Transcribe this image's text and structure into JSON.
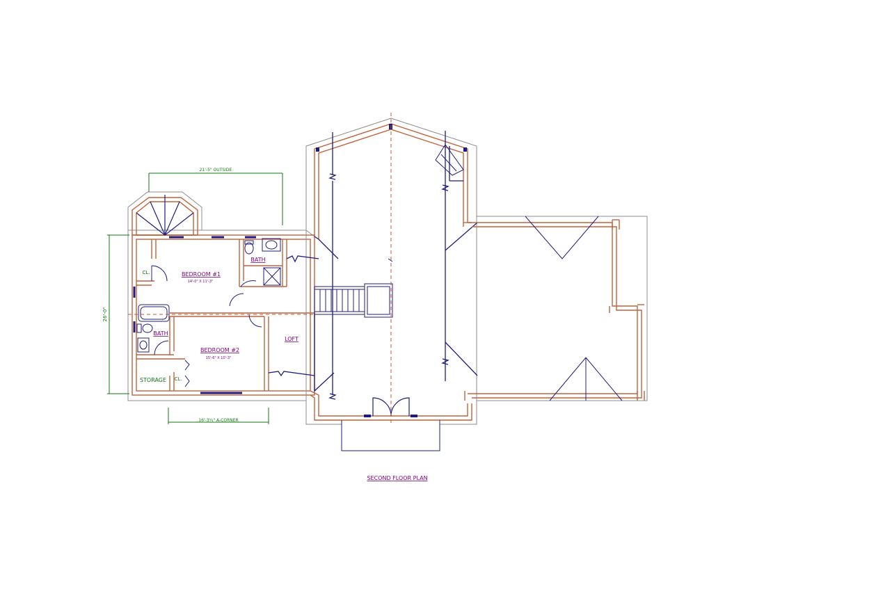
{
  "title": "SECOND FLOOR PLAN",
  "dimensions": {
    "top": "21'-5\" OUTSIDE",
    "left": "26'-0\"",
    "bottom": "16'-3¾\" A-CORNER"
  },
  "rooms": {
    "bedroom1": {
      "name": "BEDROOM #1",
      "size": "14'-0\" X 11'-3\""
    },
    "bedroom2": {
      "name": "BEDROOM #2",
      "size": "15'-6\" X 10'-3\""
    },
    "bath1": "BATH",
    "bath2": "BATH",
    "loft": "LOFT",
    "storage": "STORAGE",
    "closet1": "CL.",
    "closet2": "CL."
  },
  "colors": {
    "wall": "#c0633a",
    "outline": "#8c8c8c",
    "structure": "#1c1c80",
    "dimension": "#0f7a0f",
    "label": "#800080",
    "centerline": "#d05030"
  }
}
